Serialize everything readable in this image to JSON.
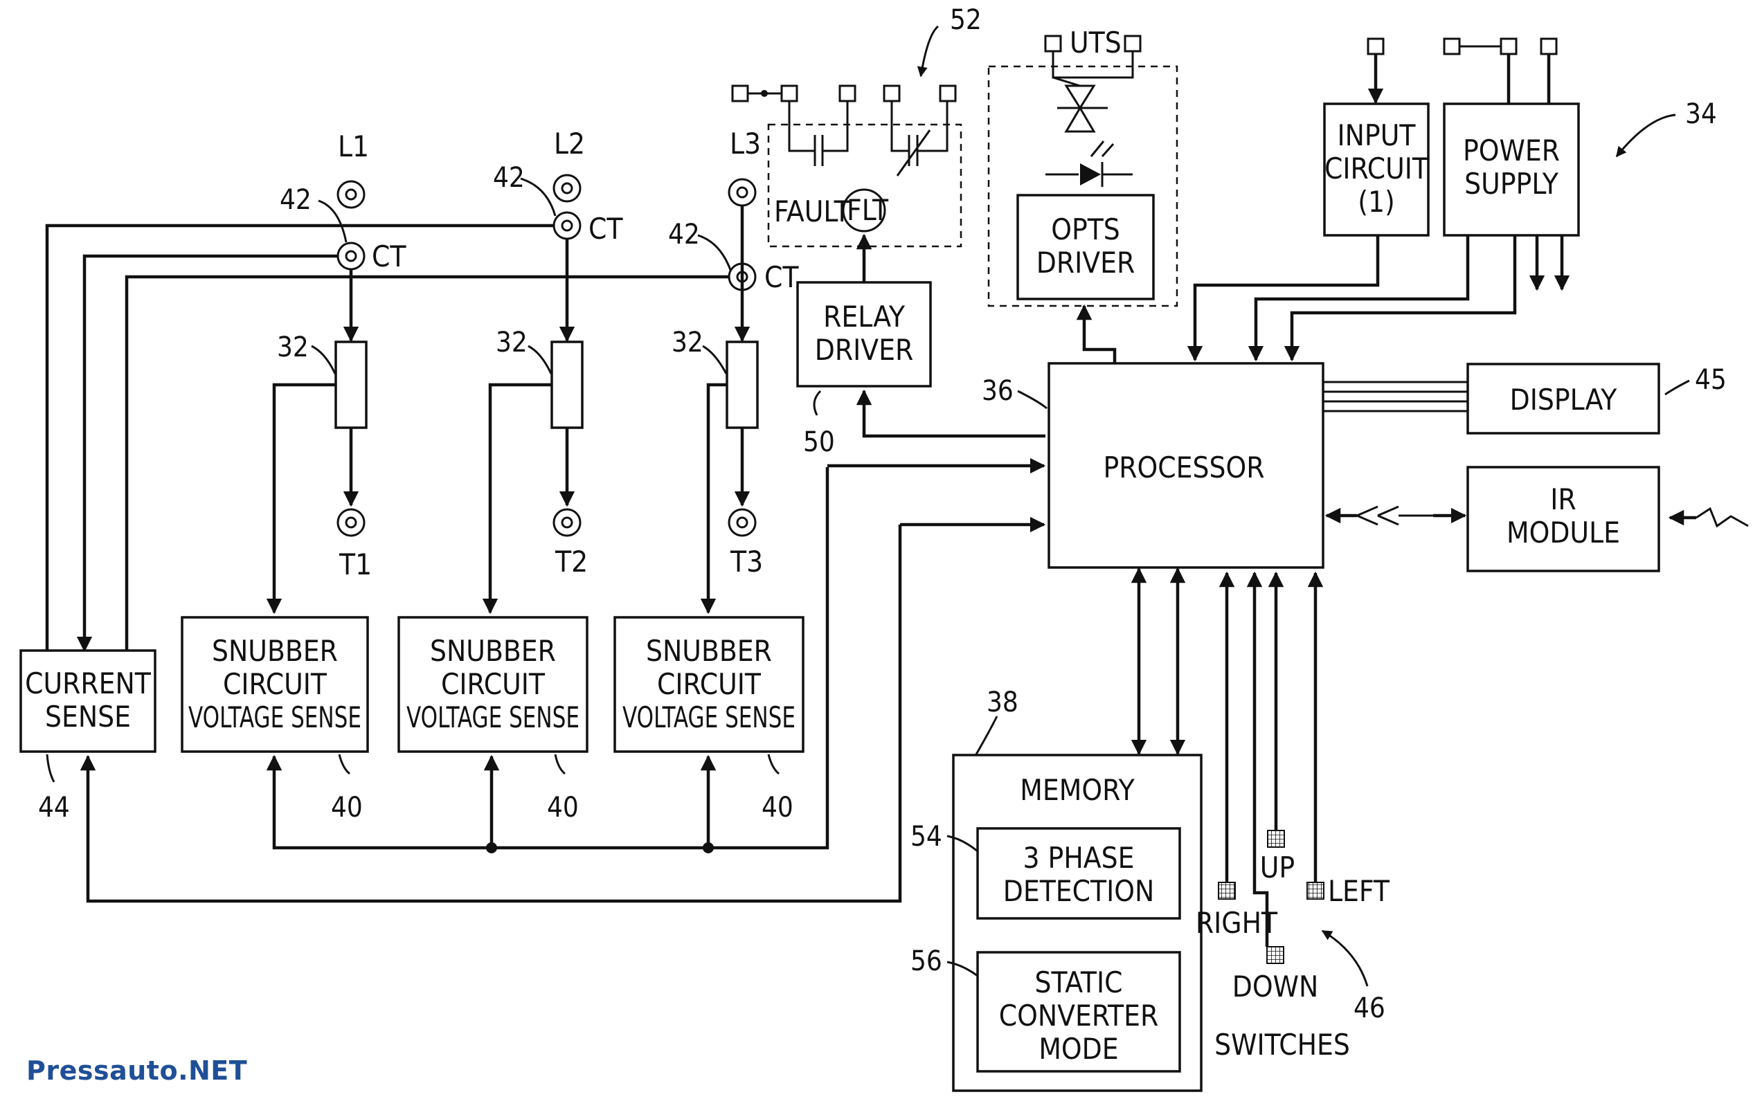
{
  "watermark": "Pressauto.NET",
  "lines": {
    "l1": "L1",
    "l2": "L2",
    "l3": "L3",
    "t1": "T1",
    "t2": "T2",
    "t3": "T3",
    "ct": "CT"
  },
  "refs": {
    "r32": "32",
    "r42": "42",
    "r34": "34",
    "r36": "36",
    "r38": "38",
    "r40": "40",
    "r44": "44",
    "r45": "45",
    "r46": "46",
    "r50": "50",
    "r52": "52",
    "r54": "54",
    "r56": "56"
  },
  "blocks": {
    "current_sense": [
      "CURRENT",
      "SENSE"
    ],
    "snubber": [
      "SNUBBER",
      "CIRCUIT",
      "VOLTAGE SENSE"
    ],
    "relay_driver": [
      "RELAY",
      "DRIVER"
    ],
    "opts_driver": [
      "OPTS",
      "DRIVER"
    ],
    "input_circuit": [
      "INPUT",
      "CIRCUIT",
      "(1)"
    ],
    "power_supply": [
      "POWER",
      "SUPPLY"
    ],
    "processor": "PROCESSOR",
    "display": "DISPLAY",
    "ir_module": [
      "IR",
      "MODULE"
    ],
    "memory": "MEMORY",
    "phase_detection": [
      "3 PHASE",
      "DETECTION"
    ],
    "static_converter": [
      "STATIC",
      "CONVERTER",
      "MODE"
    ]
  },
  "relay": {
    "fault": "FAULT",
    "flt": "FLT"
  },
  "uts": "UTS",
  "switches": {
    "title": "SWITCHES",
    "right": "RIGHT",
    "up": "UP",
    "down": "DOWN",
    "left": "LEFT"
  }
}
